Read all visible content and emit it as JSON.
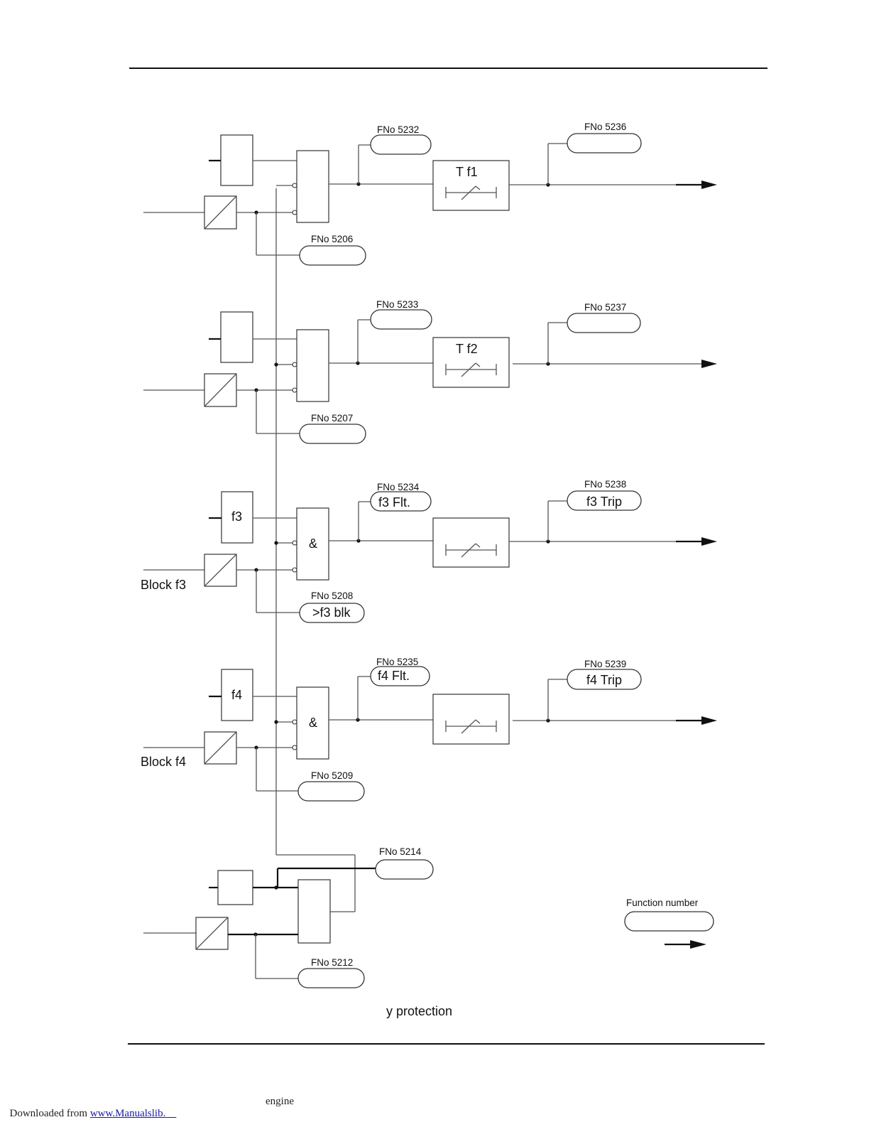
{
  "fno_labels": {
    "fno5232": "FNo 5232",
    "fno5236": "FNo 5236",
    "fno5206": "FNo 5206",
    "fno5233": "FNo 5233",
    "fno5237": "FNo 5237",
    "fno5207": "FNo 5207",
    "fno5234": "FNo 5234",
    "fno5238": "FNo 5238",
    "fno5208": "FNo 5208",
    "fno5235": "FNo 5235",
    "fno5239": "FNo 5239",
    "fno5209": "FNo 5209",
    "fno5214": "FNo 5214",
    "fno5212": "FNo 5212"
  },
  "messages": {
    "f3_flt": "f3 Flt.",
    "f3_trip": "f3 Trip",
    "f3_blk": ">f3 blk",
    "f4_flt": "f4 Flt.",
    "f4_trip": "f4 Trip"
  },
  "timers": {
    "tf1": "T f1",
    "tf2": "T f2"
  },
  "blocks": {
    "f3": "f3",
    "f4": "f4",
    "and1": "&",
    "and2": "&"
  },
  "inputs": {
    "block_f3": "Block f3",
    "block_f4": "Block f4"
  },
  "legend": {
    "function_number": "Function number"
  },
  "caption": "y protection",
  "footer": {
    "downloaded_from": "Downloaded from ",
    "link": "www.Manualslib.",
    "link_pad": "    ",
    "engine": "engine"
  }
}
